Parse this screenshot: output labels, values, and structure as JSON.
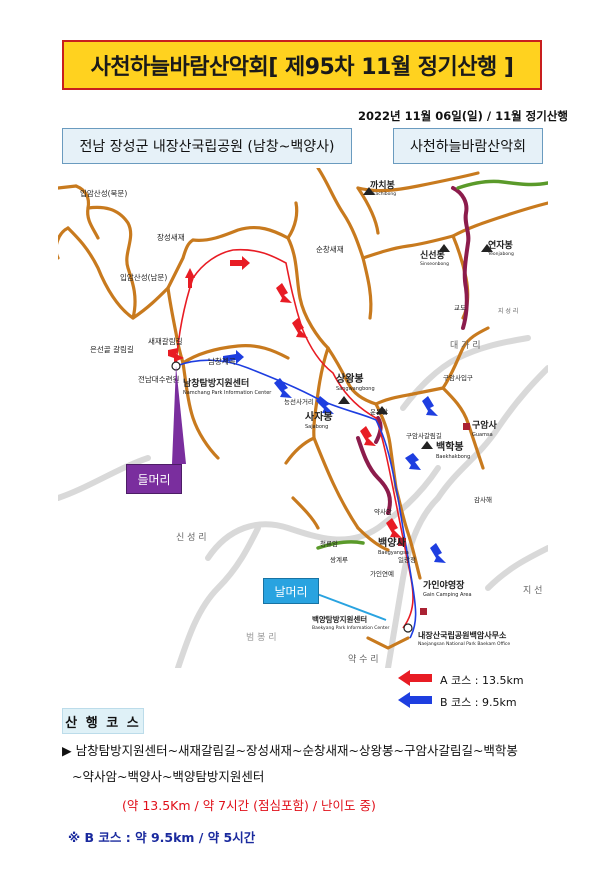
{
  "title": "사천하늘바람산악회[ 제95차 11월 정기산행 ]",
  "date": "2022년 11월 06일(일) / 11월 정기산행",
  "location_box": "전남 장성군 내장산국립공원 (남창~백양사)",
  "club_box": "사천하늘바람산악회",
  "map": {
    "labels": {
      "ipamsan_north": "입암산성(북문)",
      "ipamsan_south": "입암산성(남문)",
      "jangseong_saejae": "장성새재",
      "sunchang_saejae": "순창새재",
      "saejae_galrim": "새재갈림길",
      "eunseon_galrim": "은선골\n갈림길",
      "jeonnam_suryeon": "전남대수련원",
      "namchang_center": "남창탐방지원센터",
      "namchang_center_en": "Namchang Park Information Center",
      "namchang_gyegok": "남창계곡",
      "sangwangbong": "상왕봉",
      "sangwangbong_en": "Sangwangbong",
      "sajabong": "사자봉",
      "sajabong_en": "Sajabong",
      "nongseon_saegeori": "능선사거리",
      "unmunam": "운문암",
      "baekhakbong": "백학봉",
      "baekhakbong_en": "Baekhakbong",
      "guamsa": "구암사",
      "guamsa_en": "Guamsa",
      "guamsa_galrim": "구암사갈림길",
      "guamsa_sageori": "구암사입구",
      "yaksaam": "약사암",
      "baegyangsa": "백양사",
      "baegyangsa_en": "Baegyangsa",
      "cheongnyuam": "청류암",
      "ssangyeongdong": "쌍계루",
      "gainyeonye": "가인연예",
      "ilgwangjeong": "일광정",
      "gain_camping": "가인야영장",
      "gain_camping_en": "Gain Camping Area",
      "baegyang_center": "백양탐방지원센터",
      "baegyang_center_en": "Baekyang Park Information Center",
      "naejang_office": "내장산국립공원백암사무소",
      "naejang_office_en": "Naejangsan National Park Baekam Office",
      "kkachibong": "까치봉",
      "kkachibong_en": "Kkachibong",
      "sinseonbong": "신선봉",
      "sinseonbong_en": "Sinseonbong",
      "yeonjabong": "연자봉",
      "yeonjabong_en": "Yeonjabong",
      "gyodo": "교도",
      "daega_ri": "대 가 리",
      "sinseong_ri": "신 성 리",
      "yaksu_ri": "약 수 리",
      "beombong_ri": "범 봉 리",
      "ji_seon": "지 선",
      "jiseong_ri": "지 성 리",
      "gamsahae": "감사해"
    }
  },
  "tag_in": "들머리",
  "tag_out": "날머리",
  "legend": {
    "a_course": "A 코스 : 13.5km",
    "b_course": "B 코스 :  9.5km",
    "a_color": "#e81c24",
    "b_color": "#1e3ee0"
  },
  "course_title": "산 행 코 스",
  "route_line1": "▶  남창탐방지원센터~새재갈림길~장성새재~순창새재~상왕봉~구암사갈림길~백학봉",
  "route_line2": "~약사암~백양사~백양탐방지원센터",
  "summary_a": "(약 13.5Km / 약 7시간 (점심포함) / 난이도 중)",
  "summary_b": "※  B 코스  : 약 9.5km / 약 5시간"
}
